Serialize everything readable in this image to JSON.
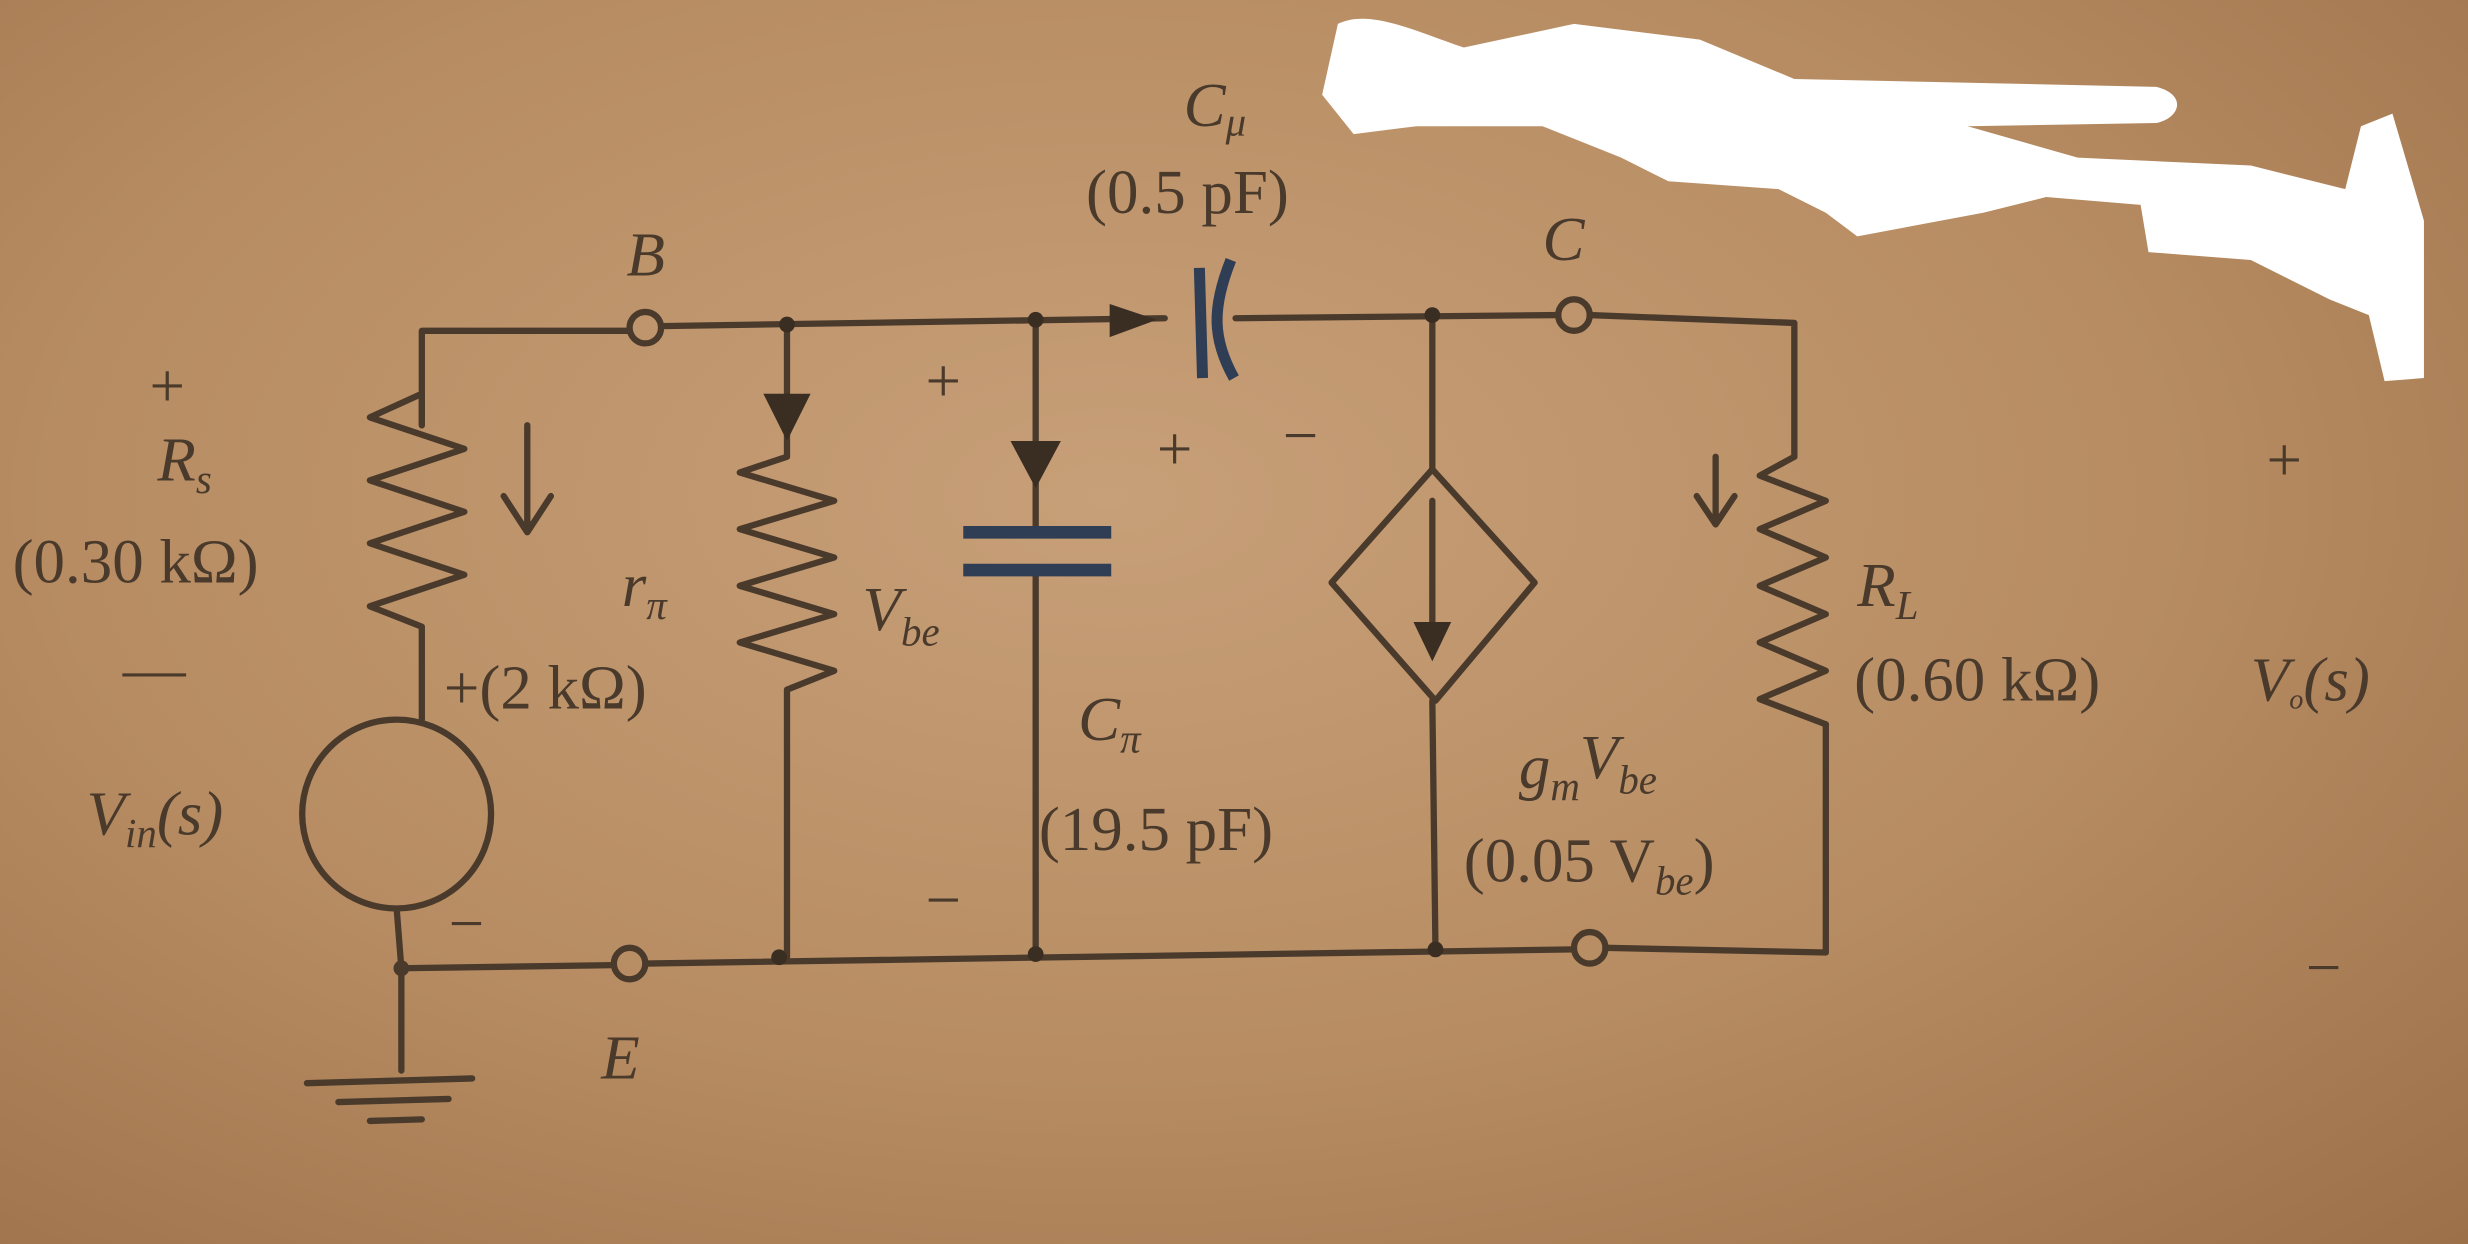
{
  "title": "BJT hybrid-pi high-frequency small-signal model",
  "nodes": {
    "base": "B",
    "collector": "C",
    "emitter": "E"
  },
  "source": {
    "name": "V",
    "sub": "in",
    "arg": "(s)",
    "plus": "+",
    "minus": "−"
  },
  "rs": {
    "name": "R",
    "sub": "s",
    "value": "(0.30 kΩ)",
    "plus": "+",
    "minus": "—"
  },
  "rpi": {
    "name": "r",
    "sub": "π",
    "value": "(2 kΩ)",
    "plus": "+"
  },
  "vbe": {
    "name": "V",
    "sub": "be",
    "plus": "+",
    "minus": "−"
  },
  "cpi": {
    "name": "C",
    "sub": "π",
    "value": "(19.5 pF)"
  },
  "cmu": {
    "name": "C",
    "sub": "μ",
    "value": "(0.5 pF)",
    "plus": "+",
    "minus": "−"
  },
  "gm": {
    "name": "g",
    "sub": "m",
    "var": "V",
    "varsub": "be",
    "value_prefix": "(0.05 V",
    "value_sub": "be",
    "value_suffix": ")"
  },
  "rl": {
    "name": "R",
    "sub": "L",
    "value": "(0.60 kΩ)"
  },
  "vout": {
    "name": "V",
    "sub": "o",
    "arg": "(s)",
    "plus": "+",
    "minus": "−"
  },
  "colors": {
    "paper": "#b78c62",
    "ink": "#4a3a2c",
    "cap_ink": "#2f3d55",
    "redaction": "#ffffff"
  }
}
